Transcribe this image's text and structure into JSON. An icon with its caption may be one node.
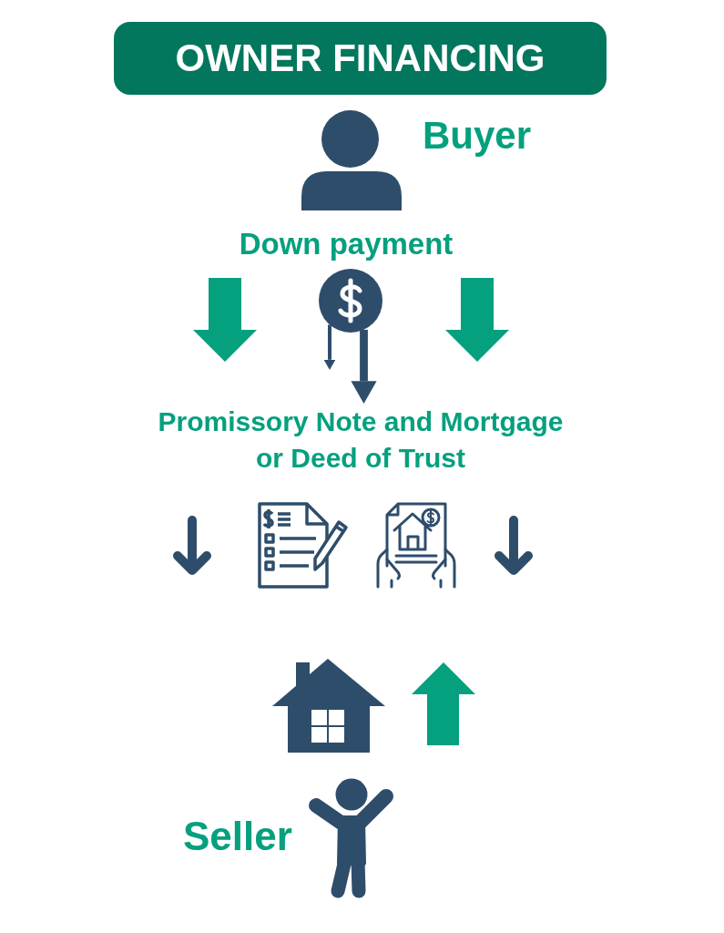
{
  "diagram": {
    "title": "OWNER FINANCING",
    "nodes": [
      {
        "text": [],
        "shape": "person",
        "beside": [
          "Buyer"
        ]
      },
      {
        "text": [],
        "shape": "circle",
        "beside": [
          "Down payment"
        ]
      },
      {
        "text": [
          "Promissory Note and Mortgage or Deed of Trust"
        ]
      },
      {
        "text": [],
        "shape": "picture"
      },
      {
        "text": [],
        "shape": "picture"
      },
      {
        "text": [],
        "shape": "picture"
      },
      {
        "text": [],
        "shape": "person",
        "beside": [
          "Seller"
        ]
      }
    ],
    "edges": [
      {
        "from": 1,
        "to": null,
        "arrow": "to"
      },
      {
        "from": 1,
        "to": 2,
        "arrow": "to",
        "style": "thick"
      }
    ]
  }
}
